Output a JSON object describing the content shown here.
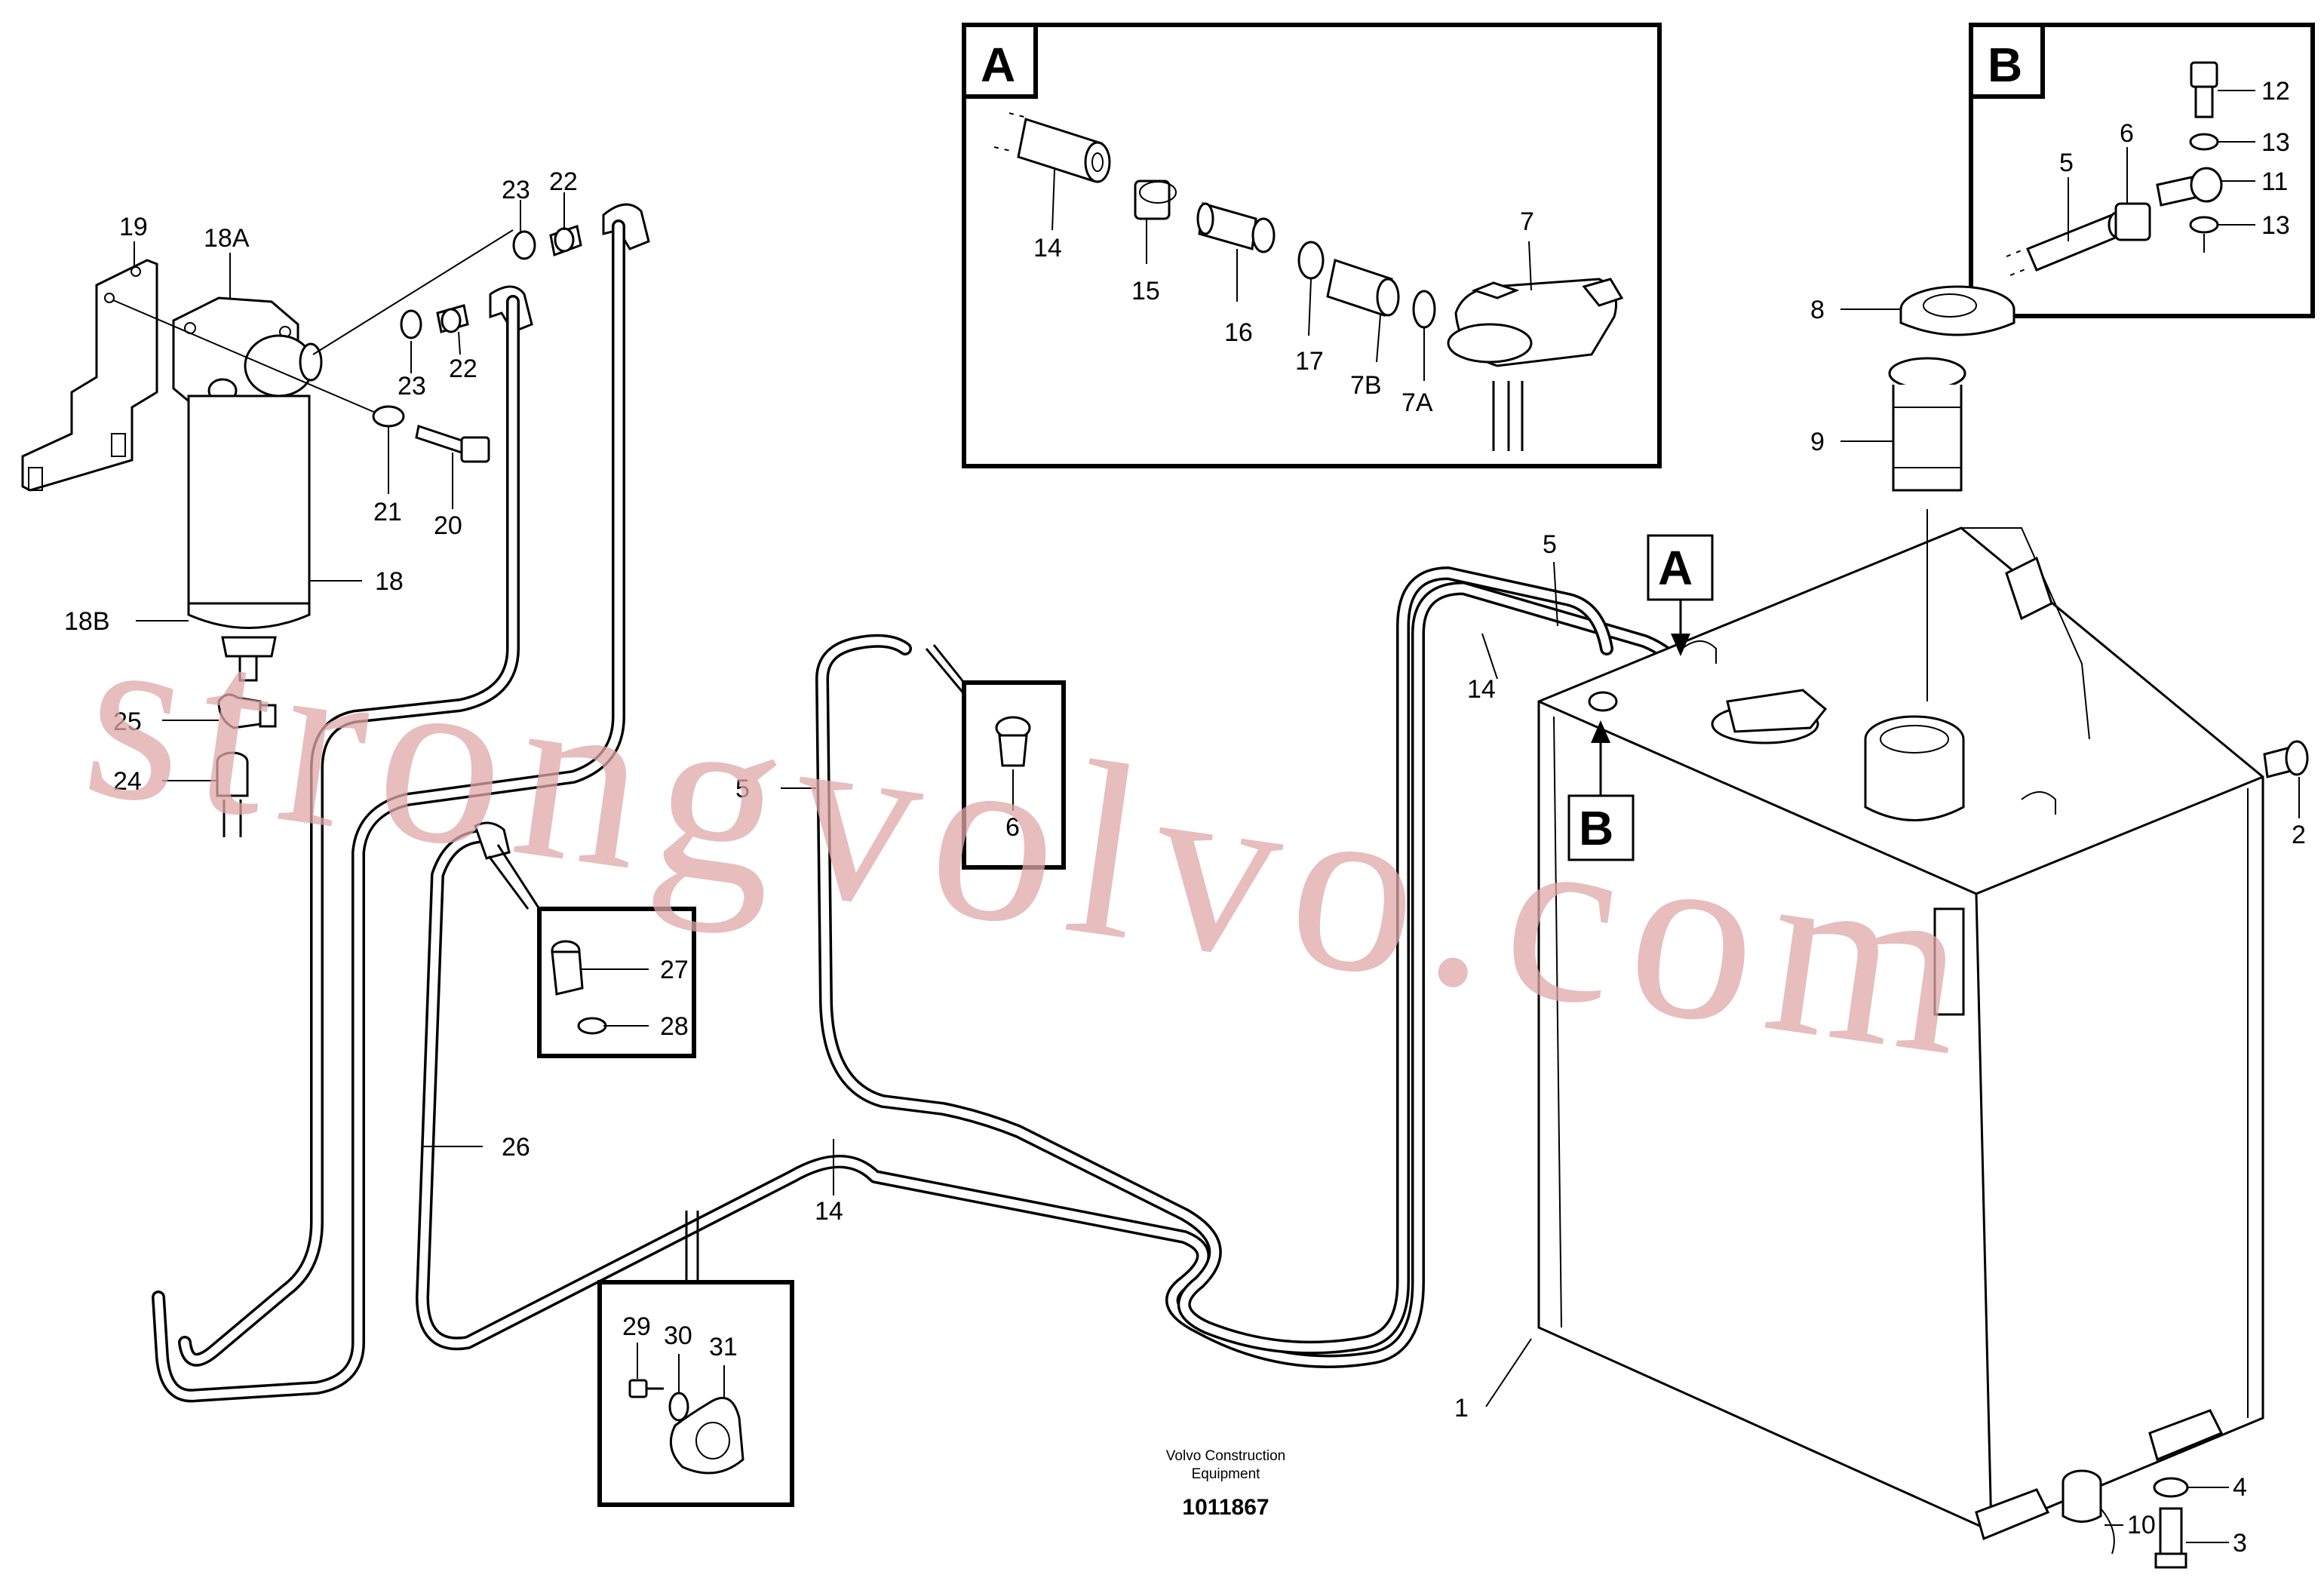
{
  "document": {
    "credit_line1": "Volvo Construction",
    "credit_line2": "Equipment",
    "drawing_number": "1011867",
    "watermark": "strongvolvo.com"
  },
  "insets": {
    "A": {
      "letter": "A"
    },
    "B": {
      "letter": "B"
    },
    "pointer_A": "A",
    "pointer_B": "B"
  },
  "callouts": {
    "c19": "19",
    "c18A": "18A",
    "c23a": "23",
    "c22a": "22",
    "c23b": "23",
    "c22b": "22",
    "c21": "21",
    "c20": "20",
    "c18": "18",
    "c18B": "18B",
    "c25": "25",
    "c24": "24",
    "c26": "26",
    "c27": "27",
    "c28": "28",
    "c5_mid": "5",
    "c6_mid": "6",
    "c14_low": "14",
    "c29": "29",
    "c30": "30",
    "c31": "31",
    "cA14": "14",
    "cA15": "15",
    "cA16": "16",
    "cA17": "17",
    "cA7B": "7B",
    "cA7A": "7A",
    "cA7": "7",
    "cB5": "5",
    "cB6": "6",
    "cB12": "12",
    "cB13a": "13",
    "cB11": "11",
    "cB13b": "13",
    "c8": "8",
    "c9": "9",
    "c5_tank": "5",
    "c14_tank": "14",
    "c2": "2",
    "c1": "1",
    "c4": "4",
    "c10": "10",
    "c3": "3"
  }
}
